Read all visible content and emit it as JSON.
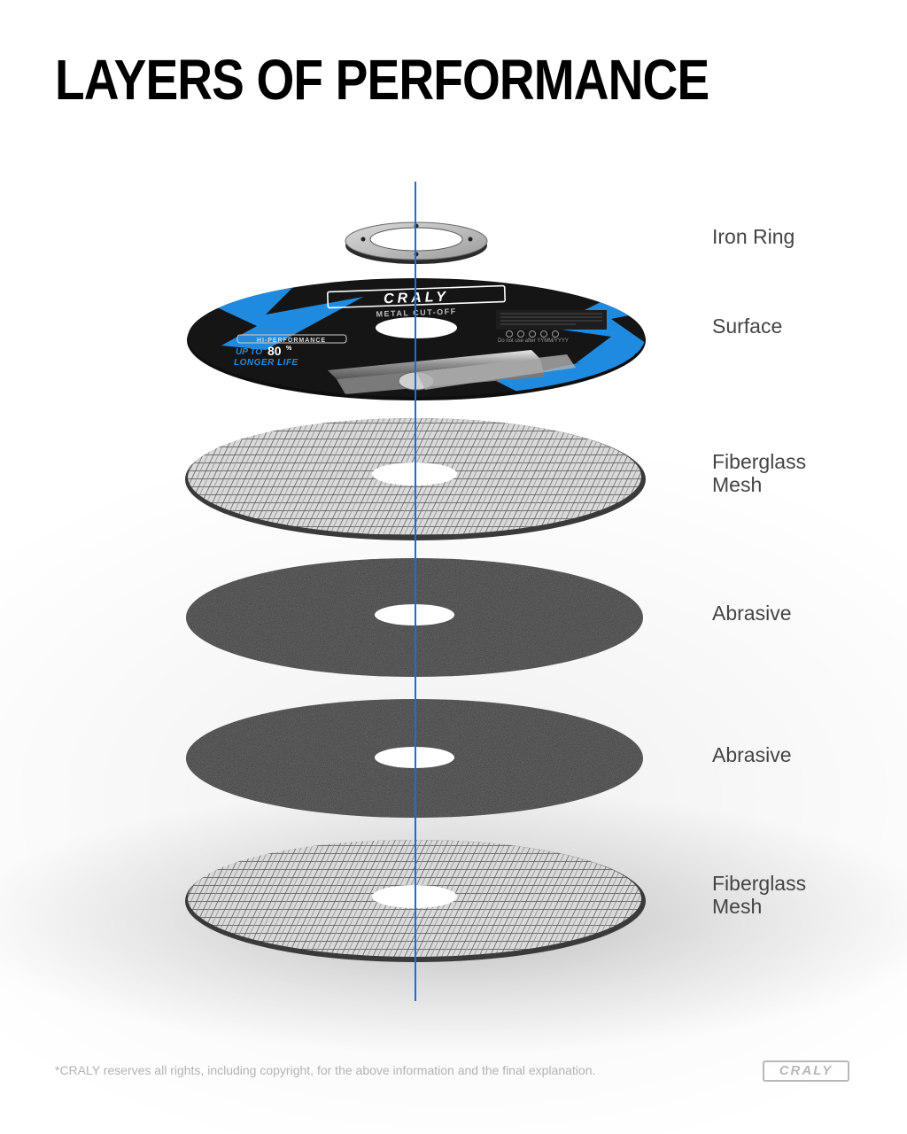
{
  "title": "LAYERS OF PERFORMANCE",
  "layers": [
    {
      "name": "iron-ring",
      "label_lines": [
        "Iron Ring"
      ]
    },
    {
      "name": "surface",
      "label_lines": [
        "Surface"
      ]
    },
    {
      "name": "fiberglass-mesh-top",
      "label_lines": [
        "Fiberglass",
        "Mesh"
      ]
    },
    {
      "name": "abrasive-1",
      "label_lines": [
        "Abrasive"
      ]
    },
    {
      "name": "abrasive-2",
      "label_lines": [
        "Abrasive"
      ]
    },
    {
      "name": "fiberglass-mesh-bottom",
      "label_lines": [
        "Fiberglass",
        "Mesh"
      ]
    }
  ],
  "disc_graphic": {
    "brand": "CRALY",
    "product": "METAL CUT-OFF",
    "badge": "HI-PERFORMANCE",
    "claim_prefix": "UP TO",
    "claim_number": "80",
    "claim_suffix": "%",
    "claim_line2": "LONGER LIFE",
    "warning": "Do not use after YYMM/YYYY"
  },
  "footer": {
    "note": "*CRALY reserves all rights, including copyright, for the above information and the final explanation.",
    "logo": "CRALY"
  },
  "colors": {
    "axis": "#1a6fd0",
    "disc_blue": "#1f8be0",
    "abrasive": "#1b1b1b",
    "label_text": "#444444",
    "footer_text": "#b3b3b3"
  }
}
